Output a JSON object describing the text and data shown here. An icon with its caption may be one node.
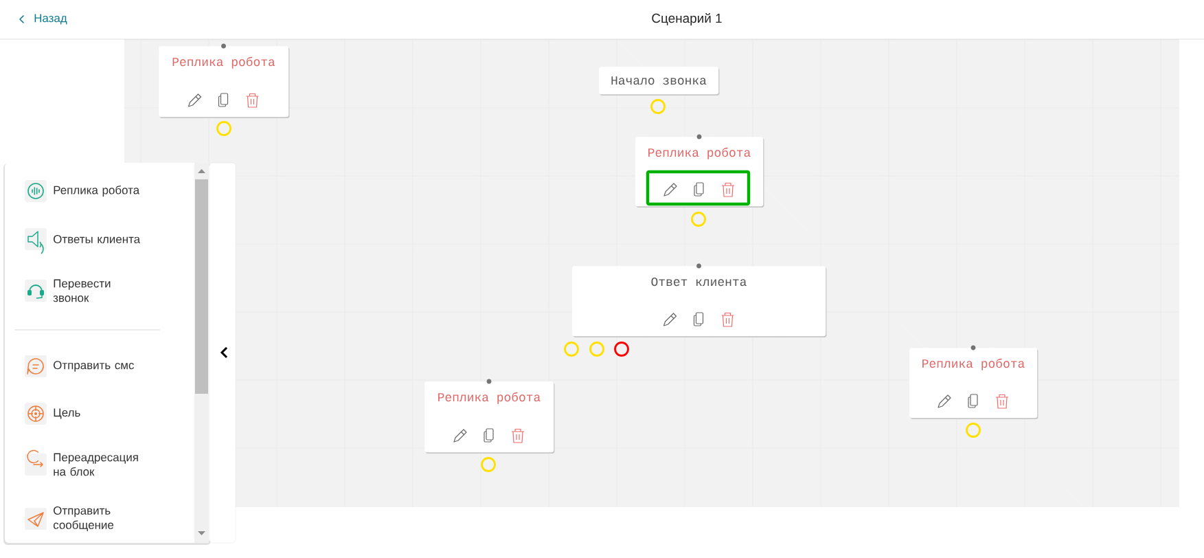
{
  "diagram": {
    "title": "Сценарий 1",
    "nodes": [
      {
        "text": [
          "Реплика робота"
        ]
      },
      {
        "text": [
          "Начало звонка"
        ]
      },
      {
        "text": [
          "Реплика робота"
        ]
      },
      {
        "text": [
          "Ответ клиента"
        ]
      },
      {
        "text": [
          "Реплика робота"
        ]
      },
      {
        "text": [
          "Реплика робота"
        ]
      }
    ],
    "labels": [
      "Назад",
      "Реплика робота",
      "Ответы клиента",
      "Перевести звонок",
      "Отправить смс",
      "Цель",
      "Переадресация на блок",
      "Отправить сообщение"
    ]
  }
}
